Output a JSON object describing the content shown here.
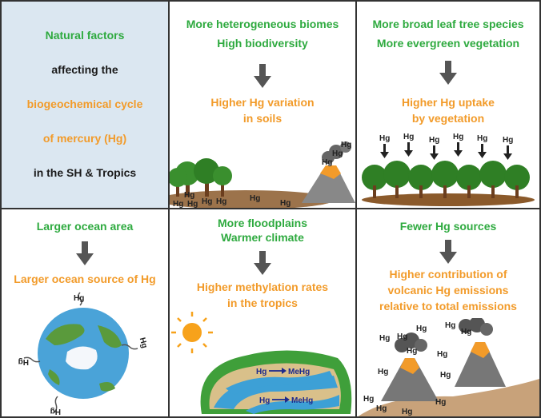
{
  "panel1": {
    "line1": "Natural factors",
    "line2": "affecting the",
    "line3": "biogeochemical cycle",
    "line4": "of  mercury (Hg)",
    "line5": "in the SH & Tropics"
  },
  "panel2": {
    "line1": "More heterogeneous biomes",
    "line2": "High biodiversity",
    "result1": "Higher Hg variation",
    "result2": "in soils",
    "hg": "Hg"
  },
  "panel3": {
    "line1": "More broad leaf tree species",
    "line2": "More evergreen vegetation",
    "result1": "Higher Hg uptake",
    "result2": "by vegetation",
    "hg": "Hg"
  },
  "panel4": {
    "line1": "Larger ocean area",
    "result1": "Larger ocean source of Hg",
    "hg": "Hg"
  },
  "panel5": {
    "line1": "More floodplains",
    "line2": "Warmer climate",
    "result1": "Higher methylation rates",
    "result2": "in the tropics",
    "hg": "Hg",
    "mehg": "MeHg"
  },
  "panel6": {
    "line1": "Fewer Hg sources",
    "result1": "Higher contribution of",
    "result2": "volcanic Hg emissions",
    "result3": "relative to total emissions",
    "hg": "Hg"
  },
  "colors": {
    "green": "#2eaa3f",
    "orange": "#f29b2a",
    "arrow": "#555555",
    "panel1_bg": "#dbe7f1"
  }
}
